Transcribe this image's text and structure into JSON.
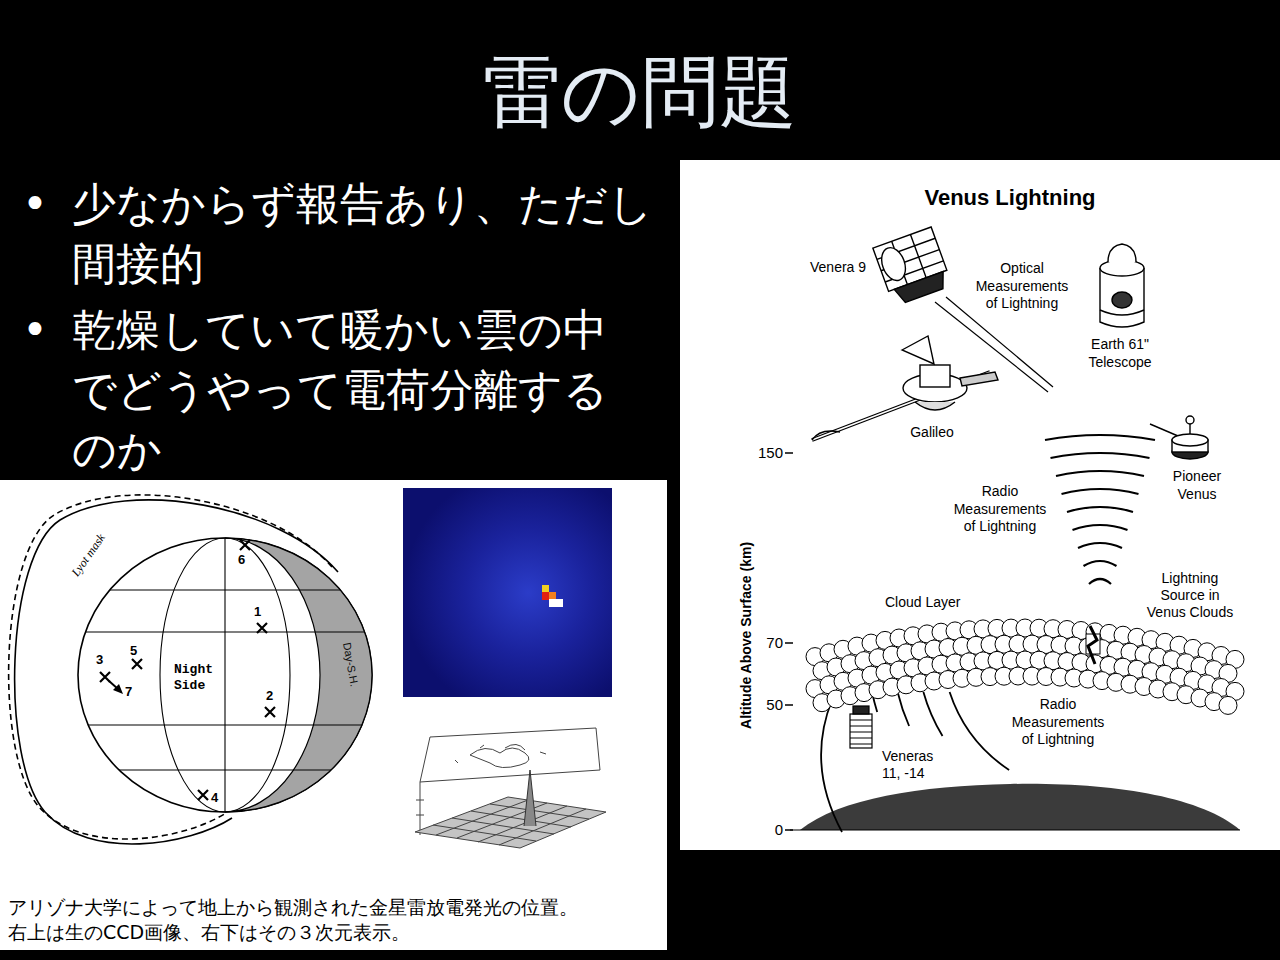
{
  "diagram": {
    "title": "雷の問題",
    "caption": "アリゾナ大学によって地上から観測された金星雷放電発光の位置。 右上は生のCCD画像、右下はその３次元表示。",
    "labels": [
      "•",
      "少なからず報告あり、ただし 間接的",
      "•",
      "乾燥していて暖かい雲の中 でどうやって電荷分離する のか",
      "Venus Lightning",
      "Venera 9",
      "Optical Measurements of Lightning",
      "Earth 61\" Telescope",
      "Galileo",
      "150",
      "Pioneer Venus",
      "Radio Measurements of Lightning",
      "Lightning Source in Venus Clouds",
      "Cloud Layer",
      "70",
      "50",
      "Altitude Above Surface (km)",
      "Radio Measurements of Lightning",
      "Veneras 11, -14",
      "0",
      "Lyot mask",
      "6",
      "1",
      "5",
      "3",
      "7",
      "Night Side",
      "2",
      "4",
      "Day-S.H."
    ]
  }
}
